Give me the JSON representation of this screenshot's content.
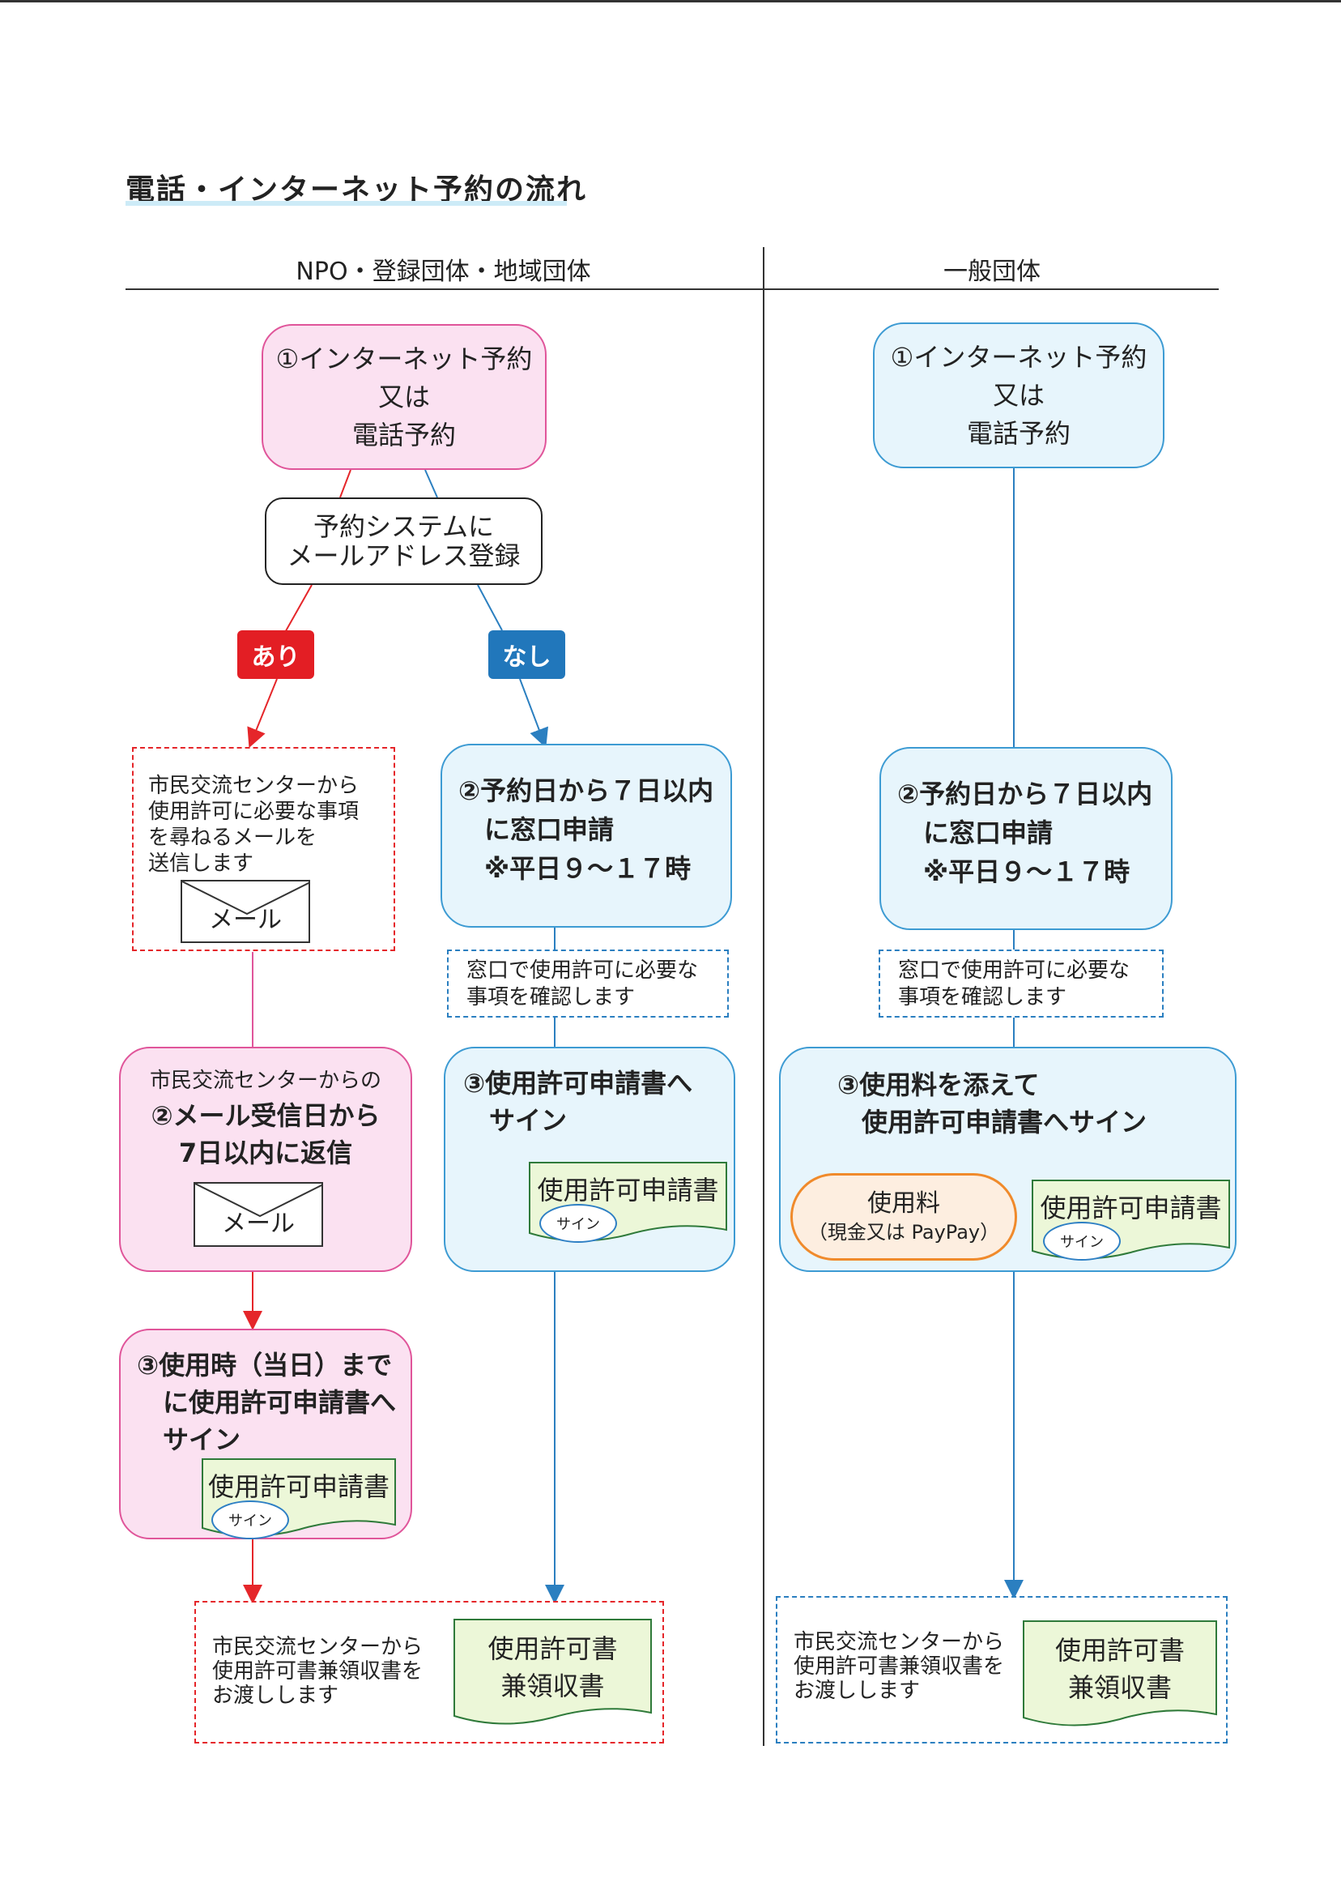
{
  "title": "電話・インターネット予約の流れ",
  "columns": {
    "left_header": "NPO・登録団体・地域団体",
    "right_header": "一般団体"
  },
  "left": {
    "step1": [
      "①インターネット予約",
      "又は",
      "電話予約"
    ],
    "email_register": [
      "予約システムに",
      "メールアドレス登録"
    ],
    "yes_label": "あり",
    "no_label": "なし",
    "yes_branch": {
      "notice": [
        "市民交流センターから",
        "使用許可に必要な事項",
        "を尋ねるメールを",
        "送信します"
      ],
      "mail_label": "メール",
      "step2": [
        "市民交流センターからの",
        "②メール受信日から",
        "7日以内に返信"
      ],
      "step2_mail_label": "メール",
      "step3": [
        "③使用時（当日）まで",
        "に使用許可申請書へ",
        "サイン"
      ],
      "step3_doc": "使用許可申請書",
      "step3_sign": "サイン"
    },
    "no_branch": {
      "step2": [
        "②予約日から７日以内",
        "に窓口申請",
        "※平日９～１７時"
      ],
      "confirm": [
        "窓口で使用許可に必要な",
        "事項を確認します"
      ],
      "step3": [
        "③使用許可申請書へ",
        "サイン"
      ],
      "step3_doc": "使用許可申請書",
      "step3_sign": "サイン"
    },
    "final": {
      "text": [
        "市民交流センターから",
        "使用許可書兼領収書を",
        "お渡しします"
      ],
      "doc": [
        "使用許可書",
        "兼領収書"
      ]
    }
  },
  "right": {
    "step1": [
      "①インターネット予約",
      "又は",
      "電話予約"
    ],
    "step2": [
      "②予約日から７日以内",
      "に窓口申請",
      "※平日９～１７時"
    ],
    "confirm": [
      "窓口で使用許可に必要な",
      "事項を確認します"
    ],
    "step3": [
      "③使用料を添えて",
      "使用許可申請書へサイン"
    ],
    "fee": [
      "使用料",
      "（現金又は PayPay）"
    ],
    "step3_doc": "使用許可申請書",
    "step3_sign": "サイン",
    "final": {
      "text": [
        "市民交流センターから",
        "使用許可書兼領収書を",
        "お渡しします"
      ],
      "doc": [
        "使用許可書",
        "兼領収書"
      ]
    }
  },
  "colors": {
    "pink_fill": "#fbe1f1",
    "pink_border": "#e0559a",
    "blue_fill": "#e7f5fc",
    "blue_border": "#3d9bd3",
    "red": "#e5262a",
    "blue": "#2b7fc0",
    "doc_fill": "#ecf7d8",
    "doc_border": "#2f7a3a",
    "fee_fill": "#fdeee0",
    "fee_border": "#f08a2b"
  }
}
